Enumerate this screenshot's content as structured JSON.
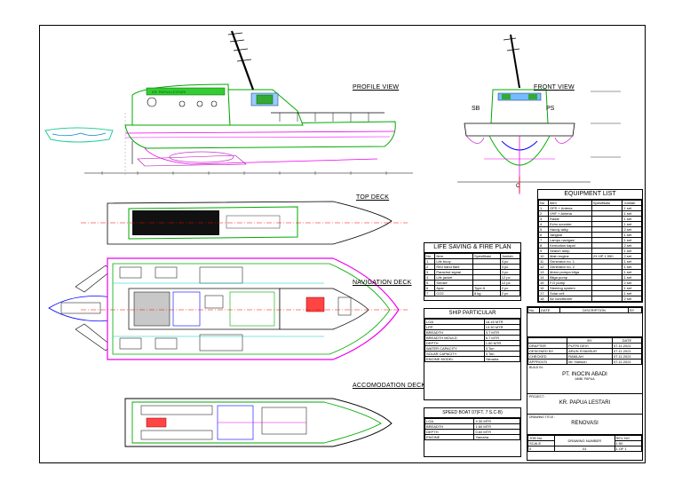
{
  "views": {
    "profile": "PROFILE VIEW",
    "front": "FRONT VIEW",
    "top": "TOP DECK",
    "navigation": "NAVIGATION DECK",
    "accommodation": "ACCOMODATION DECK"
  },
  "hull_labels": {
    "name_on_hull": "KR. PAPUA LESTARI",
    "sb": "SB",
    "ps": "PS",
    "c": "C"
  },
  "equipment_list": {
    "title": "EQUIPMENT LIST",
    "headers": [
      "No",
      "Item",
      "Spesifikasi",
      "Jumlah"
    ],
    "rows": [
      [
        "1",
        "GPS + Antena",
        "",
        "1 set"
      ],
      [
        "2",
        "VHF + Antena",
        "",
        "1 set"
      ],
      [
        "3",
        "Radar",
        "",
        "1 set"
      ],
      [
        "4",
        "Echo sounder",
        "",
        "1 set"
      ],
      [
        "5",
        "Handy talky",
        "",
        "2 set"
      ],
      [
        "6",
        "Jangkar",
        "",
        "1 set"
      ],
      [
        "7",
        "Lampu navigasi",
        "",
        "1 set"
      ],
      [
        "8",
        "Kemudian kapal",
        "",
        "2 set"
      ],
      [
        "9",
        "Search lamp",
        "",
        "1 set"
      ],
      [
        "10",
        "Main engine",
        "2X HP 1,950",
        "2 set"
      ],
      [
        "11",
        "Generator no. 1",
        "",
        "1 set"
      ],
      [
        "12",
        "Generator no. 2",
        "",
        "1 set"
      ],
      [
        "13",
        "Motor pompa bilga",
        "",
        "1 set"
      ],
      [
        "14",
        "Bilga pump",
        "",
        "1 set"
      ],
      [
        "15",
        "F.O pump",
        "",
        "2 set"
      ],
      [
        "16",
        "Steering system",
        "",
        "1 set"
      ],
      [
        "17",
        "Solar cell",
        "",
        "1 set"
      ],
      [
        "18",
        "Air conditioner",
        "",
        "2 set"
      ]
    ]
  },
  "life_saving": {
    "title": "LIFE SAVING & FIRE PLAN",
    "headers": [
      "No",
      "Item",
      "Spesifikasi",
      "Jumlah"
    ],
    "rows": [
      [
        "1",
        "Life buoy",
        "",
        "4 pc"
      ],
      [
        "2",
        "Red hand flare",
        "",
        "4 pc"
      ],
      [
        "3",
        "Parachut signal",
        "",
        "3 pc"
      ],
      [
        "4",
        "Life jacket",
        "",
        "12 pc"
      ],
      [
        "5",
        "Smoke",
        "",
        "12 pc"
      ],
      [
        "6",
        "Apar",
        "Type A",
        "2 pc"
      ],
      [
        "7",
        "CO2",
        "8 kg",
        "2 pc"
      ]
    ]
  },
  "ship_particular": {
    "title": "SHIP PARTICULAR",
    "rows": [
      [
        "LOA",
        "16.16 MTR"
      ],
      [
        "LPP",
        "13.30 MTR"
      ],
      [
        "BREADTH",
        "3.7 MTR"
      ],
      [
        "BREADTH MOULD",
        "6.7 MTR"
      ],
      [
        "DEPTH",
        "1.60 MTR"
      ],
      [
        "WATER CAPACITY",
        "3 Ton"
      ],
      [
        "SOLAR CAPACITY",
        "3 Ton"
      ],
      [
        "ENGINE MODEL",
        "Yamaha"
      ]
    ]
  },
  "speedboat": {
    "title": "SPEED BOAT 07(FT. 7 S.C-B)",
    "rows": [
      [
        "LOA",
        "4.30 MTR"
      ],
      [
        "BREADTH",
        "1.60 MTR"
      ],
      [
        "DEPTH",
        "0.60 MTR"
      ],
      [
        "ENGINE",
        "Yamaha"
      ]
    ]
  },
  "title_block": {
    "col_headers": [
      "No.",
      "DATE",
      "DISCRIPTION",
      "BY"
    ],
    "by": "BY",
    "date": "DATE",
    "staff": [
      [
        "DRAFTER",
        "PUTRI DEVI",
        "07.11.2021"
      ],
      [
        "DESIGNED BY",
        "ARUN SYAMSUR",
        "07.11.2021"
      ],
      [
        "CHECKED",
        "RAMLAH",
        "07.11.2021"
      ],
      [
        "APPROV'D",
        "Mr. Harison",
        "07.11.2021"
      ]
    ],
    "build_in_label": "BUILD IN:",
    "company": "PT. INOCIN ABADI",
    "location": "AMBI, PAPUA",
    "project_label": "PROJECT :",
    "project": "KR. PAPUA LESTARI",
    "drawing_title_label": "DRAWING TITLE :",
    "drawing_title": "RENOVASI",
    "footer": {
      "scale_label": "SCALE",
      "scale_value": "1:50",
      "sheet_label": "SHEET",
      "drawing_number_label": "DRAWING NUMBER",
      "revision_label": "REV NO",
      "drawing_number": "01",
      "sheet_value": "1 OF 1",
      "job_label": "JOB No.",
      "job_value": "0"
    }
  }
}
